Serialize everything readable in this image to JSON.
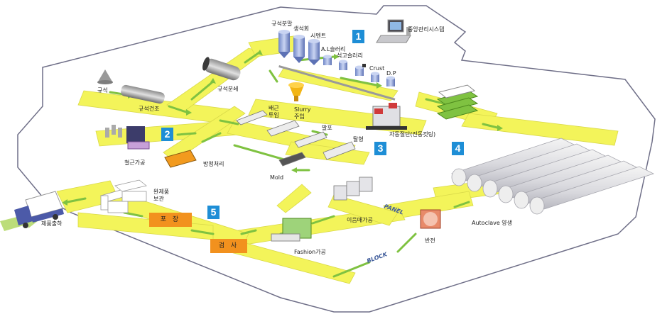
{
  "steps": [
    "1",
    "2",
    "3",
    "4",
    "5"
  ],
  "labels": {
    "raw_silica": "규석",
    "silica_drying": "규석건조",
    "silica_grinding": "규석분쇄",
    "silica_powder": "규석분말",
    "quicklime": "생석회",
    "cement": "시멘트",
    "al_slurry": "A.L슬러리",
    "gypsum_slurry": "석고슬러리",
    "crust": "Crust",
    "dp": "D.P",
    "central_control": "중앙관리시스템",
    "rebar_processing": "철근가공",
    "rust_treatment": "방청처리",
    "rebar_insert": "배근\n투입",
    "slurry_pour": "Slurry\n주입",
    "foaming": "발포",
    "demolding": "탈형",
    "mold": "Mold",
    "auto_cutting": "자동절단(진동컷팅)",
    "autoclave": "Autoclave 양생",
    "flip": "반전",
    "finished_storage": "완제품\n보관",
    "shipping": "제품출하",
    "packing": "포 장",
    "inspection": "검 사",
    "joint_processing": "이음매가공",
    "fashion_processing": "Fashion가공",
    "panel": "PANEL",
    "block": "BLOCK"
  },
  "colors": {
    "track": "#f3f45a",
    "arrow": "#7fc241",
    "badge": "#1e8ed6",
    "station_box": "#f2911e",
    "outline": "#6f6f88"
  }
}
